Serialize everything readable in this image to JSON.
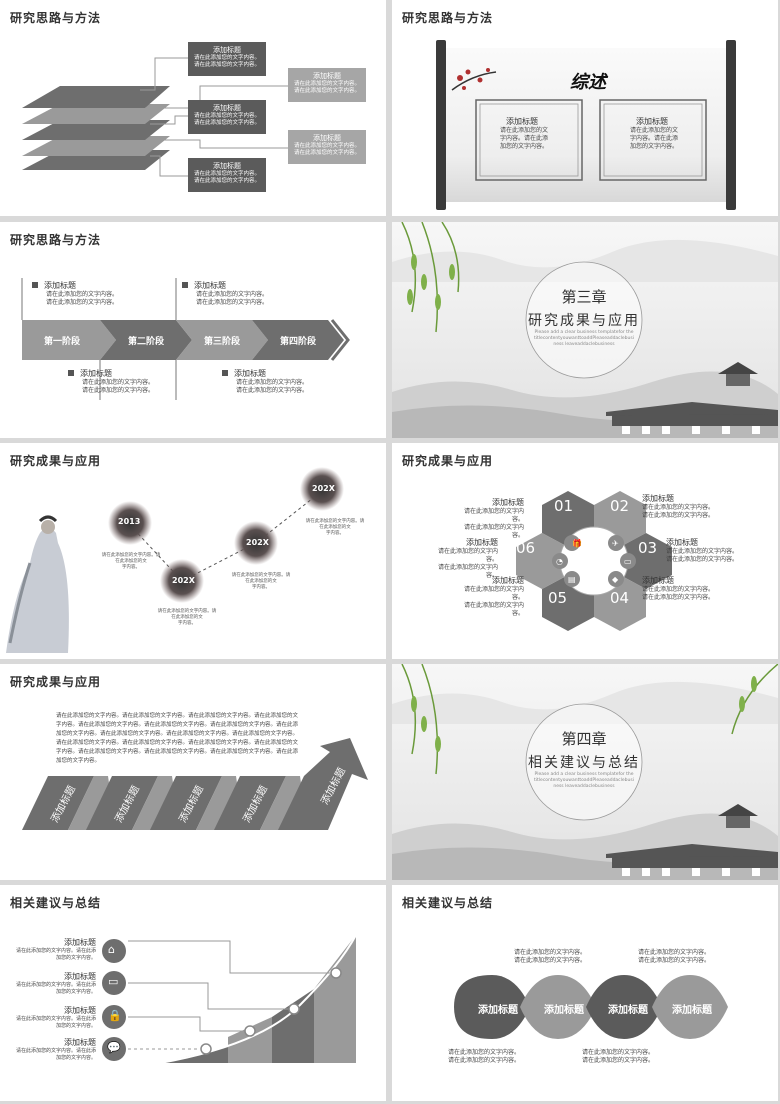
{
  "slides": {
    "s1": {
      "title": "研究思路与方法",
      "boxes": [
        {
          "title": "添加标题",
          "l1": "请在此添加您的文字内容。",
          "l2": "请在此添加您的文字内容。"
        },
        {
          "title": "添加标题",
          "l1": "请在此添加您的文字内容。",
          "l2": "请在此添加您的文字内容。"
        },
        {
          "title": "添加标题",
          "l1": "请在此添加您的文字内容。",
          "l2": "请在此添加您的文字内容。"
        },
        {
          "title": "添加标题",
          "l1": "请在此添加您的文字内容。",
          "l2": "请在此添加您的文字内容。"
        },
        {
          "title": "添加标题",
          "l1": "请在此添加您的文字内容。",
          "l2": "请在此添加您的文字内容。"
        }
      ]
    },
    "s2": {
      "title": "研究思路与方法",
      "scroll_heading": "综述",
      "frames": [
        {
          "title": "添加标题",
          "l1": "请在此添加您的文",
          "l2": "字内容。请在此添",
          "l3": "加您的文字内容。"
        },
        {
          "title": "添加标题",
          "l1": "请在此添加您的文",
          "l2": "字内容。请在此添",
          "l3": "加您的文字内容。"
        }
      ]
    },
    "s3": {
      "title": "研究思路与方法",
      "stages": [
        "第一阶段",
        "第二阶段",
        "第三阶段",
        "第四阶段"
      ],
      "notes": [
        {
          "title": "添加标题",
          "l1": "请在此添加您的文字内容。",
          "l2": "请在此添加您的文字内容。"
        },
        {
          "title": "添加标题",
          "l1": "请在此添加您的文字内容。",
          "l2": "请在此添加您的文字内容。"
        },
        {
          "title": "添加标题",
          "l1": "请在此添加您的文字内容。",
          "l2": "请在此添加您的文字内容。"
        },
        {
          "title": "添加标题",
          "l1": "请在此添加您的文字内容。",
          "l2": "请在此添加您的文字内容。"
        }
      ]
    },
    "s4": {
      "chapter": "第三章",
      "heading": "研究成果与应用",
      "sub1": "Please add a clear business templatefor the",
      "sub2": "titlecontentyouwanttoaddPleaseaddaclebusi",
      "sub3": "ness leaveaddaclebusiness"
    },
    "s5": {
      "title": "研究成果与应用",
      "years": [
        "2013",
        "202X",
        "202X",
        "202X"
      ],
      "notes": [
        {
          "l1": "请在此添加您的文字内容。请在此添加您的文",
          "l2": "字内容。"
        },
        {
          "l1": "请在此添加您的文字内容。请在此添加您的文",
          "l2": "字内容。"
        },
        {
          "l1": "请在此添加您的文字内容。请在此添加您的文",
          "l2": "字内容。"
        },
        {
          "l1": "请在此添加您的文字内容。请在此添加您的文",
          "l2": "字内容。"
        }
      ]
    },
    "s6": {
      "title": "研究成果与应用",
      "nums": [
        "01",
        "02",
        "03",
        "04",
        "05",
        "06"
      ],
      "items": [
        {
          "title": "添加标题",
          "l1": "请在此添加您的文字内容。",
          "l2": "请在此添加您的文字内容。"
        },
        {
          "title": "添加标题",
          "l1": "请在此添加您的文字内容。",
          "l2": "请在此添加您的文字内容。"
        },
        {
          "title": "添加标题",
          "l1": "请在此添加您的文字内容。",
          "l2": "请在此添加您的文字内容。"
        },
        {
          "title": "添加标题",
          "l1": "请在此添加您的文字内容。",
          "l2": "请在此添加您的文字内容。"
        },
        {
          "title": "添加标题",
          "l1": "请在此添加您的文字内容。",
          "l2": "请在此添加您的文字内容。"
        },
        {
          "title": "添加标题",
          "l1": "请在此添加您的文字内容。",
          "l2": "请在此添加您的文字内容。"
        }
      ]
    },
    "s7": {
      "title": "研究成果与应用",
      "para": [
        "请在此添加您的文字内容。请在此添加您的文字内容。请在此添加您的文字内容。请在此添加您的文",
        "字内容。请在此添加您的文字内容。请在此添加您的文字内容。请在此添加您的文字内容。请在此添",
        "加您的文字内容。请在此添加您的文字内容。请在此添加您的文字内容。请在此添加您的文字内容。",
        "请在此添加您的文字内容。请在此添加您的文字内容。请在此添加您的文字内容。请在此添加您的文",
        "字内容。请在此添加您的文字内容。请在此添加您的文字内容。请在此添加您的文字内容。请在此添",
        "加您的文字内容。"
      ],
      "steps": [
        "添加标题",
        "添加标题",
        "添加标题",
        "添加标题",
        "添加标题"
      ]
    },
    "s8": {
      "chapter": "第四章",
      "heading": "相关建议与总结",
      "sub1": "Please add a clear business templatefor the",
      "sub2": "titlecontentyouwanttoaddPleaseaddaclebusi",
      "sub3": "ness leaveaddaclebusiness"
    },
    "s9": {
      "title": "相关建议与总结",
      "items": [
        {
          "title": "添加标题",
          "l1": "请在此添加您的文字内容。请在此添",
          "l2": "加您的文字内容。"
        },
        {
          "title": "添加标题",
          "l1": "请在此添加您的文字内容。请在此添",
          "l2": "加您的文字内容。"
        },
        {
          "title": "添加标题",
          "l1": "请在此添加您的文字内容。请在此添",
          "l2": "加您的文字内容。"
        },
        {
          "title": "添加标题",
          "l1": "请在此添加您的文字内容。请在此添",
          "l2": "加您的文字内容。"
        }
      ]
    },
    "s10": {
      "title": "相关建议与总结",
      "blobs": [
        "添加标题",
        "添加标题",
        "添加标题",
        "添加标题"
      ],
      "notes": [
        {
          "l1": "请在此添加您的文字内容。",
          "l2": "请在此添加您的文字内容。"
        },
        {
          "l1": "请在此添加您的文字内容。",
          "l2": "请在此添加您的文字内容。"
        },
        {
          "l1": "请在此添加您的文字内容。",
          "l2": "请在此添加您的文字内容。"
        },
        {
          "l1": "请在此添加您的文字内容。",
          "l2": "请在此添加您的文字内容。"
        }
      ]
    }
  }
}
